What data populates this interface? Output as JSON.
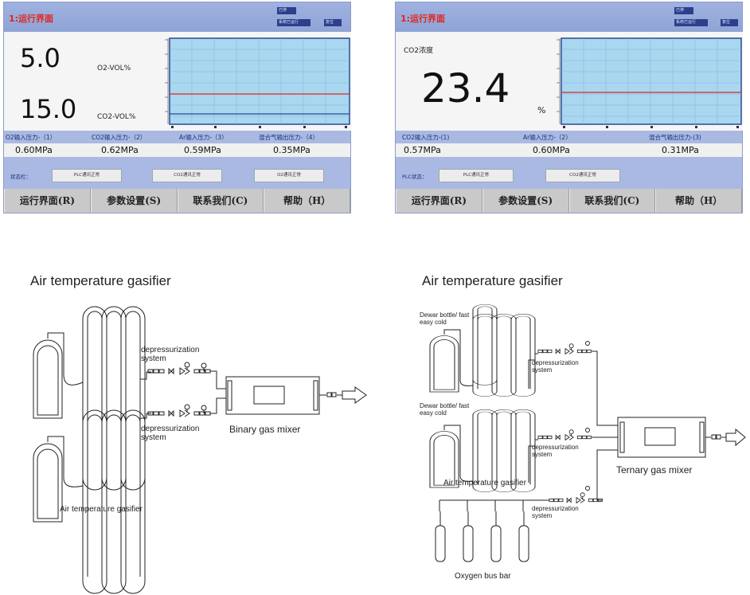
{
  "colors": {
    "panel_bg": "#a9b9e2",
    "title_red": "#e0261d",
    "chart_bg": "#a9d7ef",
    "trend_line": "#e0261d"
  },
  "screen_left": {
    "title": "1:运行界面",
    "mini_top": "已停",
    "mini_a": "系统已运行",
    "mini_b": "复位",
    "o2_value": "5.0",
    "o2_unit": "O2-VOL%",
    "co2_value": "15.0",
    "co2_unit": "CO2-VOL%",
    "headers": [
      "O2输入压力-（1）",
      "CO2输入压力-（2）",
      "Ar输入压力-（3）",
      "混合气输出压力-（4）"
    ],
    "values": [
      "0.60MPa",
      "0.62MPa",
      "0.59MPa",
      "0.35MPa"
    ],
    "status_label": "状态栏：",
    "status_buttons": [
      "PLC通讯正常",
      "CO2通讯正常",
      "O2通讯正常"
    ],
    "nav": [
      "运行界面(R)",
      "参数设置(S)",
      "联系我们(C)",
      "帮助（H）"
    ]
  },
  "screen_right": {
    "title": "1:运行界面",
    "mini_top": "已停",
    "mini_a": "系统已运行",
    "mini_b": "复位",
    "label": "CO2浓度",
    "value": "23.4",
    "unit": "%",
    "headers": [
      "CO2输入压力-(1)",
      "Ar输入压力-（2）",
      "混合气输出压力-(3)"
    ],
    "values": [
      "0.57MPa",
      "0.60MPa",
      "0.31MPa"
    ],
    "status_label": "PLC状态：",
    "status_buttons": [
      "PLC通讯正常",
      "CO2通讯正常"
    ],
    "nav": [
      "运行界面(R)",
      "参数设置(S)",
      "联系我们(C)",
      "帮助（H）"
    ]
  },
  "diagram_left": {
    "title": "Air temperature gasifier",
    "depress_1": "depressurization system",
    "depress_2": "depressurization system",
    "mixer": "Binary gas mixer",
    "bottom": "Air temperature gasifier"
  },
  "diagram_right": {
    "title": "Air temperature gasifier",
    "dewar_1": "Dewar bottle/ fast easy cold",
    "dewar_2": "Dewar bottle/ fast easy cold",
    "depress_1": "depressurization system",
    "depress_2": "depressurization system",
    "depress_3": "depressurization system",
    "mid": "Air temperature gasifier",
    "mixer": "Ternary gas mixer",
    "bus": "Oxygen bus bar"
  }
}
